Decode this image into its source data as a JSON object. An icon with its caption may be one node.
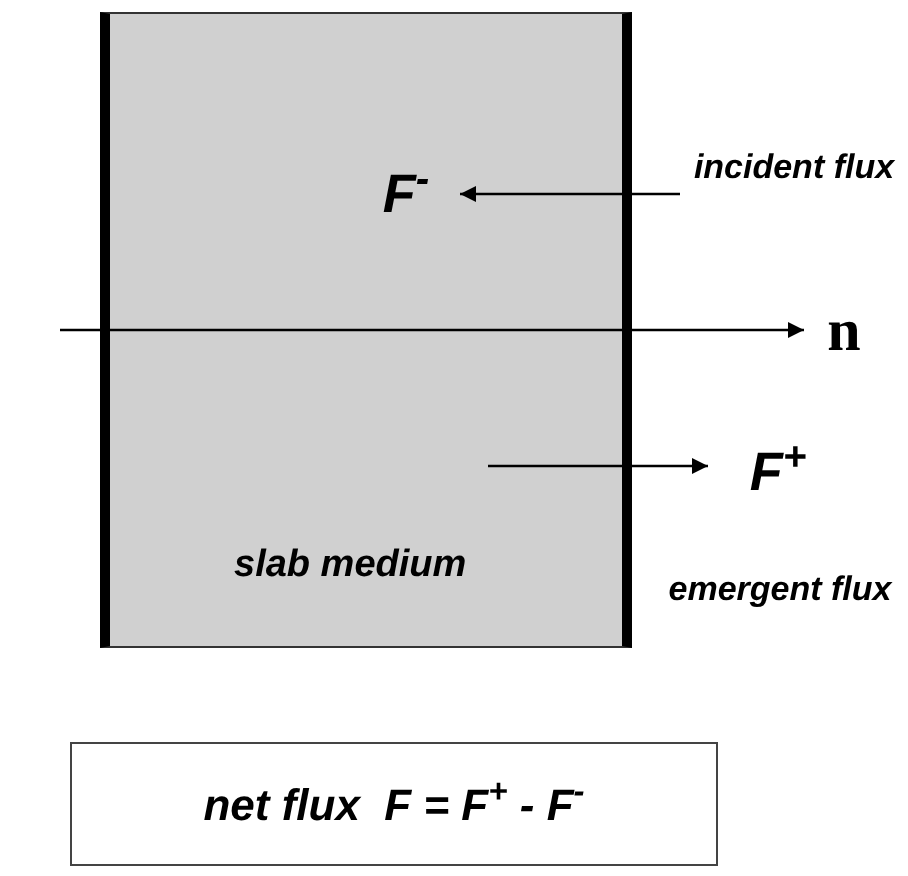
{
  "diagram": {
    "nodes": [
      {
        "text": [
          "slab medium"
        ]
      },
      {
        "text": [
          "F$^{-}$"
        ],
        "in": 0
      },
      {
        "text": [
          "incident flux"
        ]
      },
      {
        "text": [
          "F$^{+}$"
        ]
      },
      {
        "text": [
          "emergent flux"
        ]
      },
      {
        "text": [
          "n"
        ]
      },
      {
        "text": [
          "net flux  F = F$^{+}$ - F$^{-}$"
        ]
      }
    ],
    "edges": [
      {
        "from": 2,
        "to": 1,
        "arrow": "to"
      },
      {
        "from": null,
        "to": 3,
        "arrow": "to"
      },
      {
        "from": null,
        "to": 5,
        "arrow": "to"
      }
    ]
  }
}
